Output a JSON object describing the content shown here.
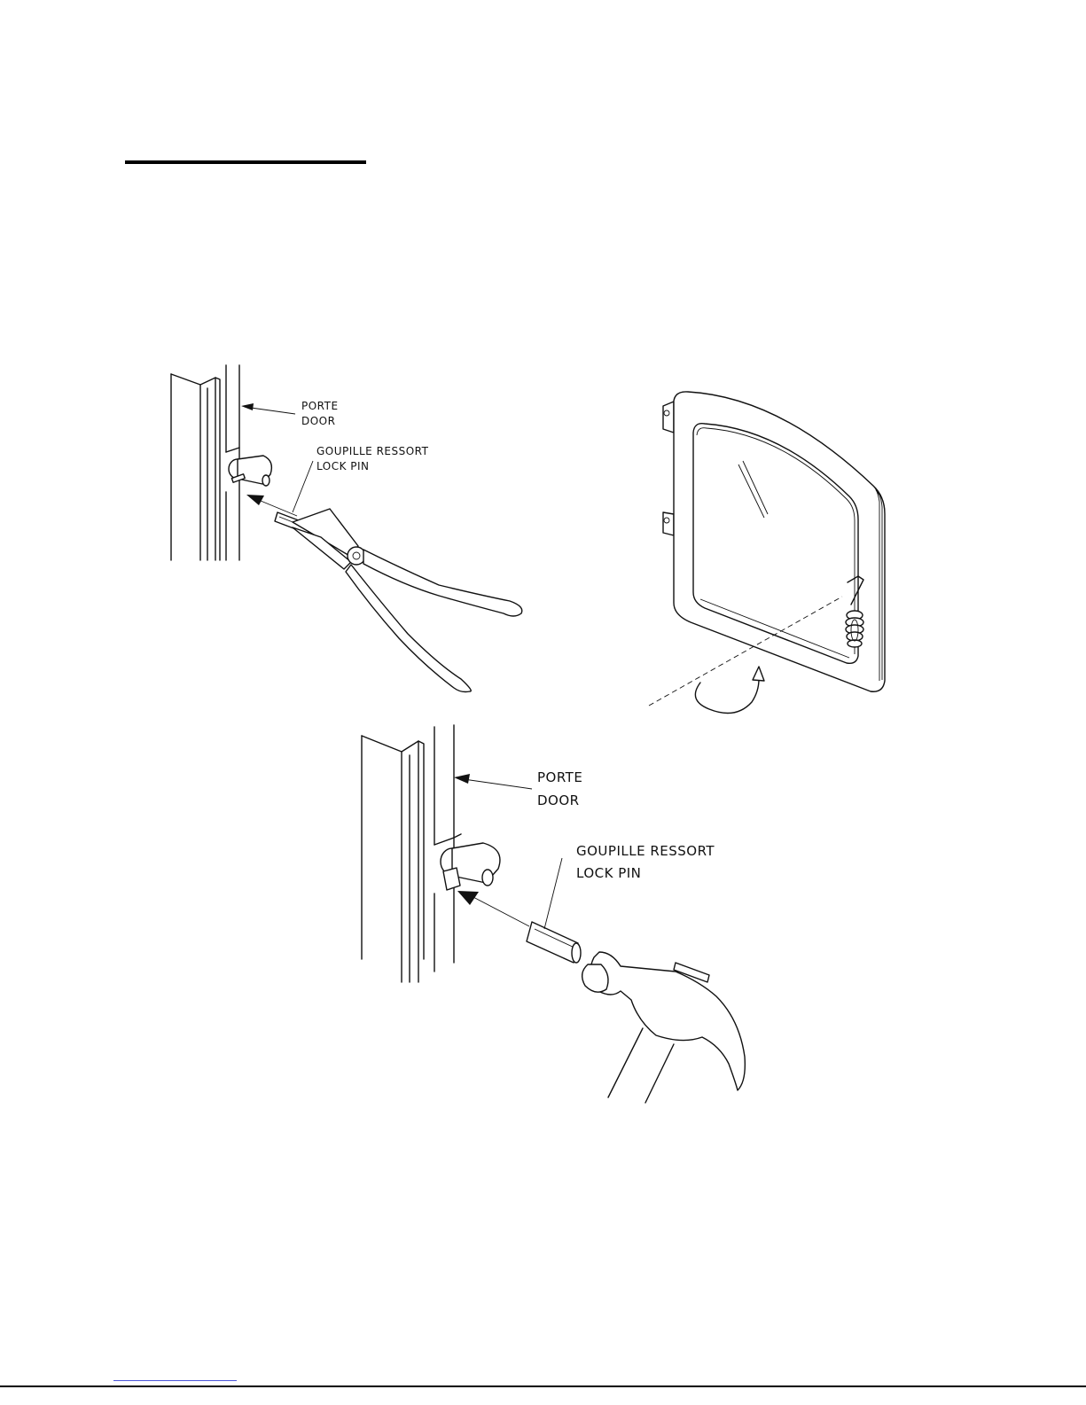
{
  "figure": {
    "callouts_top": {
      "door_fr": "PORTE",
      "door_en": "DOOR",
      "pin_fr": "GOUPILLE RESSORT",
      "pin_en": "LOCK PIN"
    },
    "callouts_bottom": {
      "door_fr": "PORTE",
      "door_en": "DOOR",
      "pin_fr": "GOUPILLE RESSORT",
      "pin_en": "LOCK PIN"
    }
  }
}
